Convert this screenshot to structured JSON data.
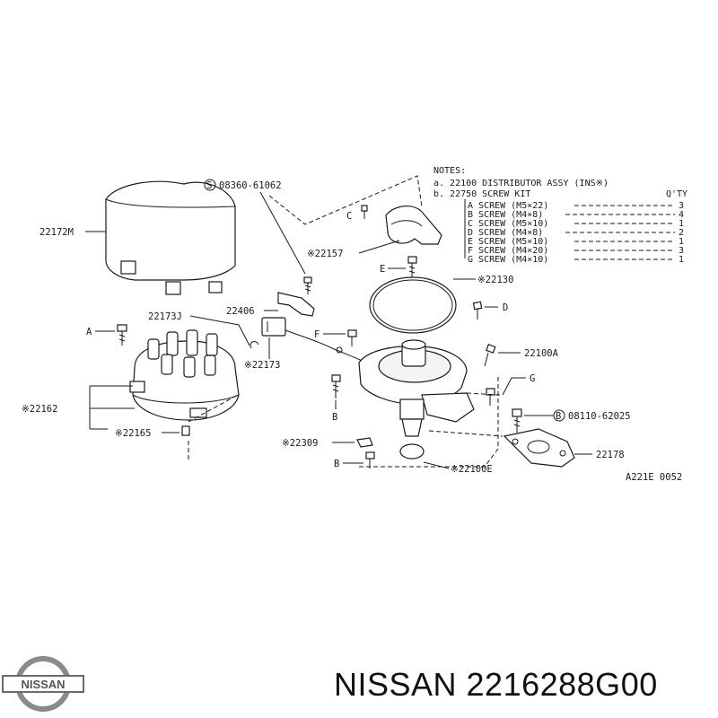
{
  "notes": {
    "heading": "NOTES:",
    "line_a": "a. 22100 DISTRIBUTOR ASSY (INS※)",
    "line_b": "b. 22750 SCREW KIT",
    "qty_header": "Q'TY",
    "screws": [
      {
        "text": "A SCREW (M5×22)",
        "qty": "3"
      },
      {
        "text": "B SCREW (M4×8)",
        "qty": "4"
      },
      {
        "text": "C SCREW (M5×10)",
        "qty": "1"
      },
      {
        "text": "D SCREW (M4×8)",
        "qty": "2"
      },
      {
        "text": "E SCREW (M5×10)",
        "qty": "1"
      },
      {
        "text": "F SCREW (M4×20)",
        "qty": "3"
      },
      {
        "text": "G SCREW (M4×10)",
        "qty": "1"
      }
    ]
  },
  "callouts": {
    "s_bolt": "08360-61062",
    "s_symbol": "S",
    "cover": "22172M",
    "rotor": "※22157",
    "oring": "※22130",
    "bracket": "22406",
    "clip": "22173J",
    "harness": "※22173",
    "cap": "※22162",
    "carbon": "※22165",
    "washer": "※22309",
    "seal": "※22100E",
    "distributor": "22100A",
    "b_bolt": "08110-62025",
    "b_symbol": "B",
    "adapter": "22178",
    "figure_code": "A221E 0052"
  },
  "screw_letters": {
    "a": "A",
    "b1": "B",
    "b2": "B",
    "c": "C",
    "d": "D",
    "e": "E",
    "f": "F",
    "g": "G"
  },
  "brand": {
    "logo_text": "NISSAN",
    "title": "NISSAN 2216288G00"
  }
}
